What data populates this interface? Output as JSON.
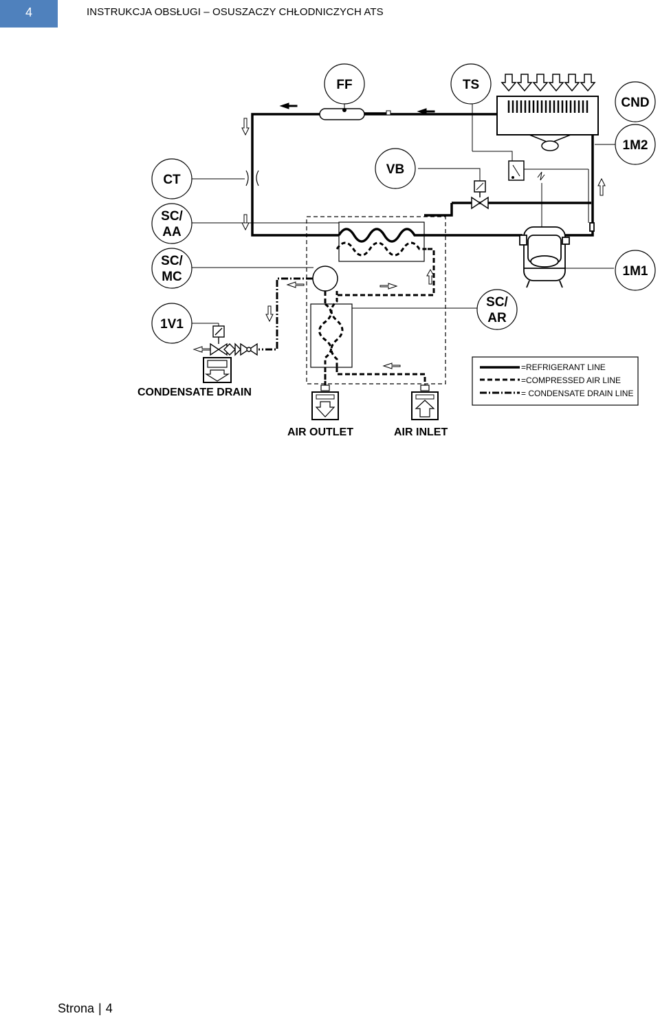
{
  "header": {
    "page_number": "4",
    "title": "INSTRUKCJA OBSŁUGI – OSUSZACZY CHŁODNICZYCH ATS"
  },
  "diagram": {
    "components": {
      "ff": "FF",
      "ts": "TS",
      "cnd": "CND",
      "m2": "1M2",
      "ct": "CT",
      "vb": "VB",
      "sc_aa_1": "SC/",
      "sc_aa_2": "AA",
      "sc_mc_1": "SC/",
      "sc_mc_2": "MC",
      "m1": "1M1",
      "v1": "1V1",
      "sc_ar_1": "SC/",
      "sc_ar_2": "AR"
    },
    "labels": {
      "condensate_drain": "CONDENSATE DRAIN",
      "air_outlet": "AIR OUTLET",
      "air_inlet": "AIR INLET"
    },
    "legend": {
      "refrigerant": "=REFRIGERANT LINE",
      "compressed_air": "=COMPRESSED AIR LINE",
      "condensate": "= CONDENSATE DRAIN LINE"
    }
  },
  "footer": {
    "label": "Strona",
    "separator": "|",
    "page": "4"
  }
}
